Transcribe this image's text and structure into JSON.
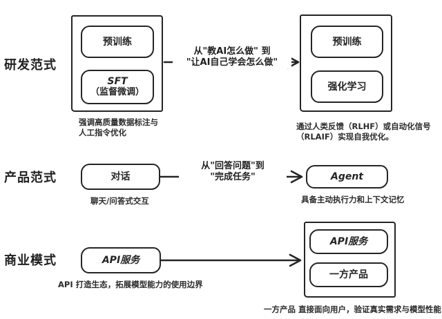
{
  "colors": {
    "ink": "#242424",
    "background": "#ffffff"
  },
  "rows": [
    {
      "label": "研发范式",
      "source_group": {
        "item1": "预训练",
        "item2_title": "SFT",
        "item2_subtitle": "（监督微调）"
      },
      "source_caption1": "强调高质量数据标注与",
      "source_caption2": "人工指令优化",
      "arrow_label1": "从\"教AI怎么做\" 到",
      "arrow_label2": "\"让AI自己学会怎么做\"",
      "target_group": {
        "item1": "预训练",
        "item2": "强化学习"
      },
      "target_caption1": "通过人类反馈（RLHF）或自动化信号",
      "target_caption2": "（RLAIF）实现自我优化。"
    },
    {
      "label": "产品范式",
      "source_box": "对话",
      "source_caption1": "聊天/问答式交互",
      "arrow_label1": "从\"回答问题\"到",
      "arrow_label2": "\"完成任务\"",
      "target_box": "Agent",
      "target_caption1": "具备主动执行力和上下文记忆"
    },
    {
      "label": "商业模式",
      "source_box": "API服务",
      "source_caption1": "API 打造生态，拓展模型能力的使用边界",
      "target_group": {
        "item1": "API服务",
        "item2": "一方产品"
      },
      "target_caption1": "一方产品 直接面向用户，验证真实需求与模型性能"
    }
  ]
}
